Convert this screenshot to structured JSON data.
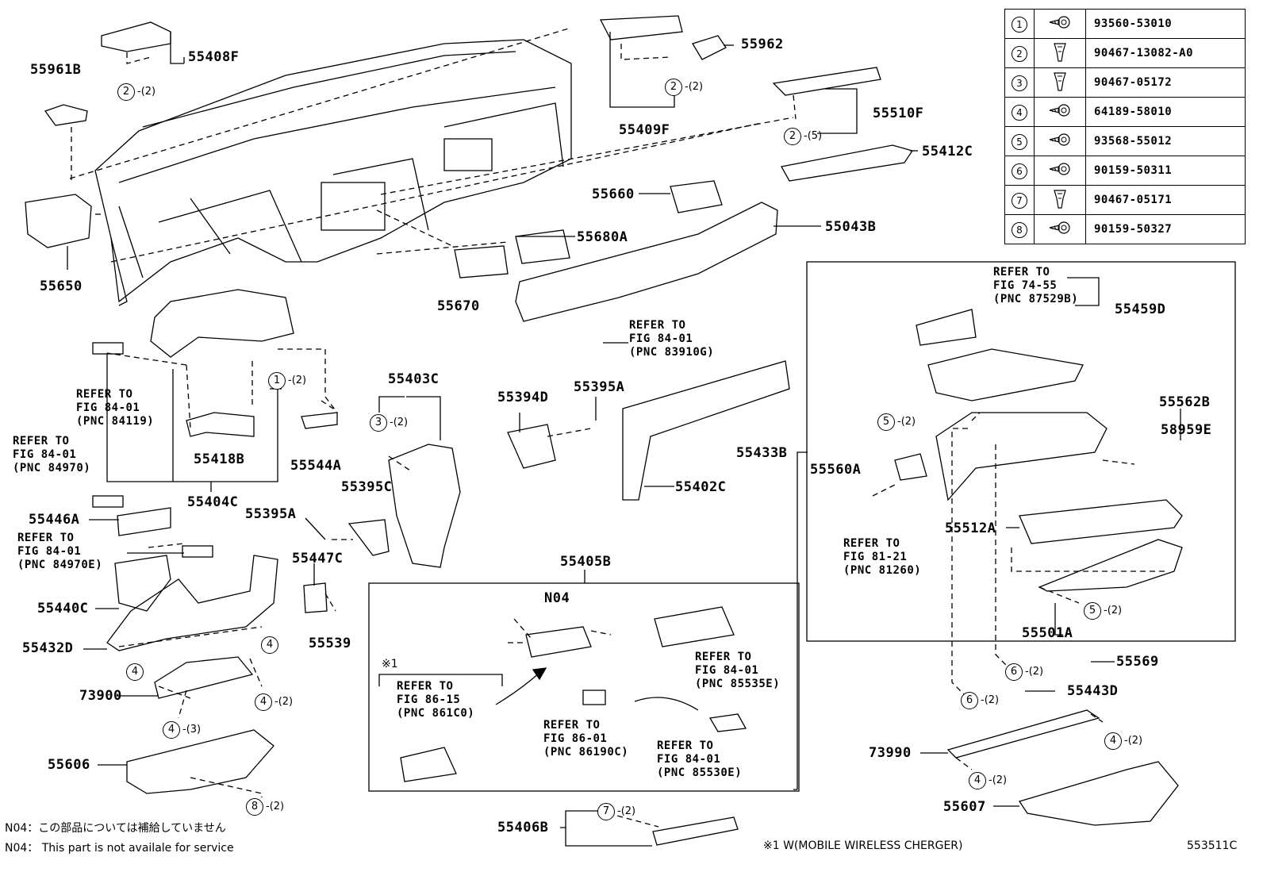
{
  "figure_id": "553511C",
  "fastener_table": [
    {
      "num": "1",
      "icon": "screw-icon",
      "part": "93560-53010"
    },
    {
      "num": "2",
      "icon": "clip-icon",
      "part": "90467-13082-A0"
    },
    {
      "num": "3",
      "icon": "clip-icon",
      "part": "90467-05172"
    },
    {
      "num": "4",
      "icon": "screw-icon",
      "part": "64189-58010"
    },
    {
      "num": "5",
      "icon": "screw-icon",
      "part": "93568-55012"
    },
    {
      "num": "6",
      "icon": "screw-icon",
      "part": "90159-50311"
    },
    {
      "num": "7",
      "icon": "clip-icon",
      "part": "90467-05171"
    },
    {
      "num": "8",
      "icon": "screw-icon",
      "part": "90159-50327"
    }
  ],
  "part_labels": {
    "p55961B": "55961B",
    "p55408F": "55408F",
    "p55962": "55962",
    "p55409F": "55409F",
    "p55510F": "55510F",
    "p55412C": "55412C",
    "p55650": "55650",
    "p55660": "55660",
    "p55043B": "55043B",
    "p55680A": "55680A",
    "p55670": "55670",
    "p55459D": "55459D",
    "p55403C": "55403C",
    "p55394D": "55394D",
    "p55395A_1": "55395A",
    "p55562B": "55562B",
    "p58959E": "58959E",
    "p55418B": "55418B",
    "p55544A": "55544A",
    "p55433B": "55433B",
    "p55560A": "55560A",
    "p55395C": "55395C",
    "p55402C": "55402C",
    "p55404C": "55404C",
    "p55446A": "55446A",
    "p55395A_2": "55395A",
    "p55447C": "55447C",
    "p55512A": "55512A",
    "p55405B": "55405B",
    "p55440C": "55440C",
    "p55432D": "55432D",
    "p55539": "55539",
    "pN04": "N04",
    "p55501A": "55501A",
    "p55569": "55569",
    "p73900": "73900",
    "p55443D": "55443D",
    "p73990": "73990",
    "p55606": "55606",
    "p55607": "55607",
    "p55406B": "55406B"
  },
  "refer_blocks": {
    "r87529B": [
      "REFER TO",
      "FIG 74-55",
      "(PNC 87529B)"
    ],
    "r83910G": [
      "REFER TO",
      "FIG 84-01",
      "(PNC 83910G)"
    ],
    "r84119": [
      "REFER TO",
      "FIG 84-01",
      "(PNC 84119)"
    ],
    "r84970": [
      "REFER TO",
      "FIG 84-01",
      "(PNC 84970)"
    ],
    "r84970E": [
      "REFER TO",
      "FIG 84-01",
      "(PNC 84970E)"
    ],
    "r81260": [
      "REFER TO",
      "FIG 81-21",
      "(PNC 81260)"
    ],
    "r85535E": [
      "REFER TO",
      "FIG 84-01",
      "(PNC 85535E)"
    ],
    "r861C0": [
      "REFER TO",
      "FIG 86-15",
      "(PNC 861C0)"
    ],
    "r86190C": [
      "REFER TO",
      "FIG 86-01",
      "(PNC 86190C)"
    ],
    "r85530E": [
      "REFER TO",
      "FIG 84-01",
      "(PNC 85530E)"
    ]
  },
  "callouts": [
    {
      "id": "c1",
      "num": "2",
      "qty": "-(2)"
    },
    {
      "id": "c2",
      "num": "2",
      "qty": "-(2)"
    },
    {
      "id": "c3",
      "num": "2",
      "qty": "-(5)"
    },
    {
      "id": "c4",
      "num": "1",
      "qty": "-(2)"
    },
    {
      "id": "c5",
      "num": "3",
      "qty": "-(2)"
    },
    {
      "id": "c6",
      "num": "5",
      "qty": "-(2)"
    },
    {
      "id": "c7",
      "num": "4",
      "qty": ""
    },
    {
      "id": "c8",
      "num": "4",
      "qty": ""
    },
    {
      "id": "c9",
      "num": "4",
      "qty": "-(2)"
    },
    {
      "id": "c10",
      "num": "4",
      "qty": "-(3)"
    },
    {
      "id": "c11",
      "num": "8",
      "qty": "-(2)"
    },
    {
      "id": "c12",
      "num": "5",
      "qty": "-(2)"
    },
    {
      "id": "c13",
      "num": "6",
      "qty": "-(2)"
    },
    {
      "id": "c14",
      "num": "6",
      "qty": "-(2)"
    },
    {
      "id": "c15",
      "num": "4",
      "qty": "-(2)"
    },
    {
      "id": "c16",
      "num": "4",
      "qty": "-(2)"
    },
    {
      "id": "c17",
      "num": "7",
      "qty": "-(2)"
    }
  ],
  "markers": {
    "wireless_marker": "※1"
  },
  "notes": {
    "n04_jp": "N04：この部品については補給していません",
    "n04_en": "N04： This part is not availale for service",
    "wireless_note": "※1 W(MOBILE WIRELESS CHERGER)"
  }
}
